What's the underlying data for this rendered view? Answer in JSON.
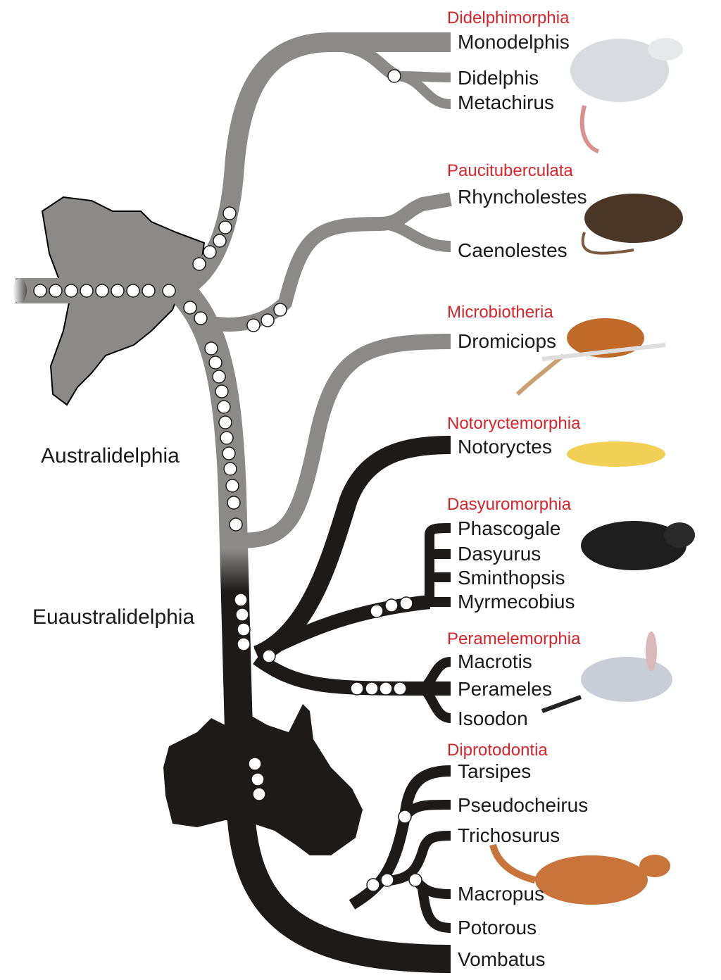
{
  "colors": {
    "gray_branch": "#8c8989",
    "black_branch": "#1e1a1a",
    "order_label": "#d9232a"
  },
  "clades": {
    "australidelphia": "Australidelphia",
    "euaustralidelphia": "Euaustralidelphia"
  },
  "orders": [
    {
      "name": "Didelphimorphia",
      "genera": [
        "Monodelphis",
        "Didelphis",
        "Metachirus"
      ]
    },
    {
      "name": "Paucituberculata",
      "genera": [
        "Rhyncholestes",
        "Caenolestes"
      ]
    },
    {
      "name": "Microbiotheria",
      "genera": [
        "Dromiciops"
      ]
    },
    {
      "name": "Notoryctemorphia",
      "genera": [
        "Notoryctes"
      ]
    },
    {
      "name": "Dasyuromorphia",
      "genera": [
        "Phascogale",
        "Dasyurus",
        "Sminthopsis",
        "Myrmecobius"
      ]
    },
    {
      "name": "Peramelemorphia",
      "genera": [
        "Macrotis",
        "Perameles",
        "Isoodon"
      ]
    },
    {
      "name": "Diprotodontia",
      "genera": [
        "Tarsipes",
        "Pseudocheirus",
        "Trichosurus",
        "Macropus",
        "Potorous",
        "Vombatus"
      ]
    }
  ]
}
